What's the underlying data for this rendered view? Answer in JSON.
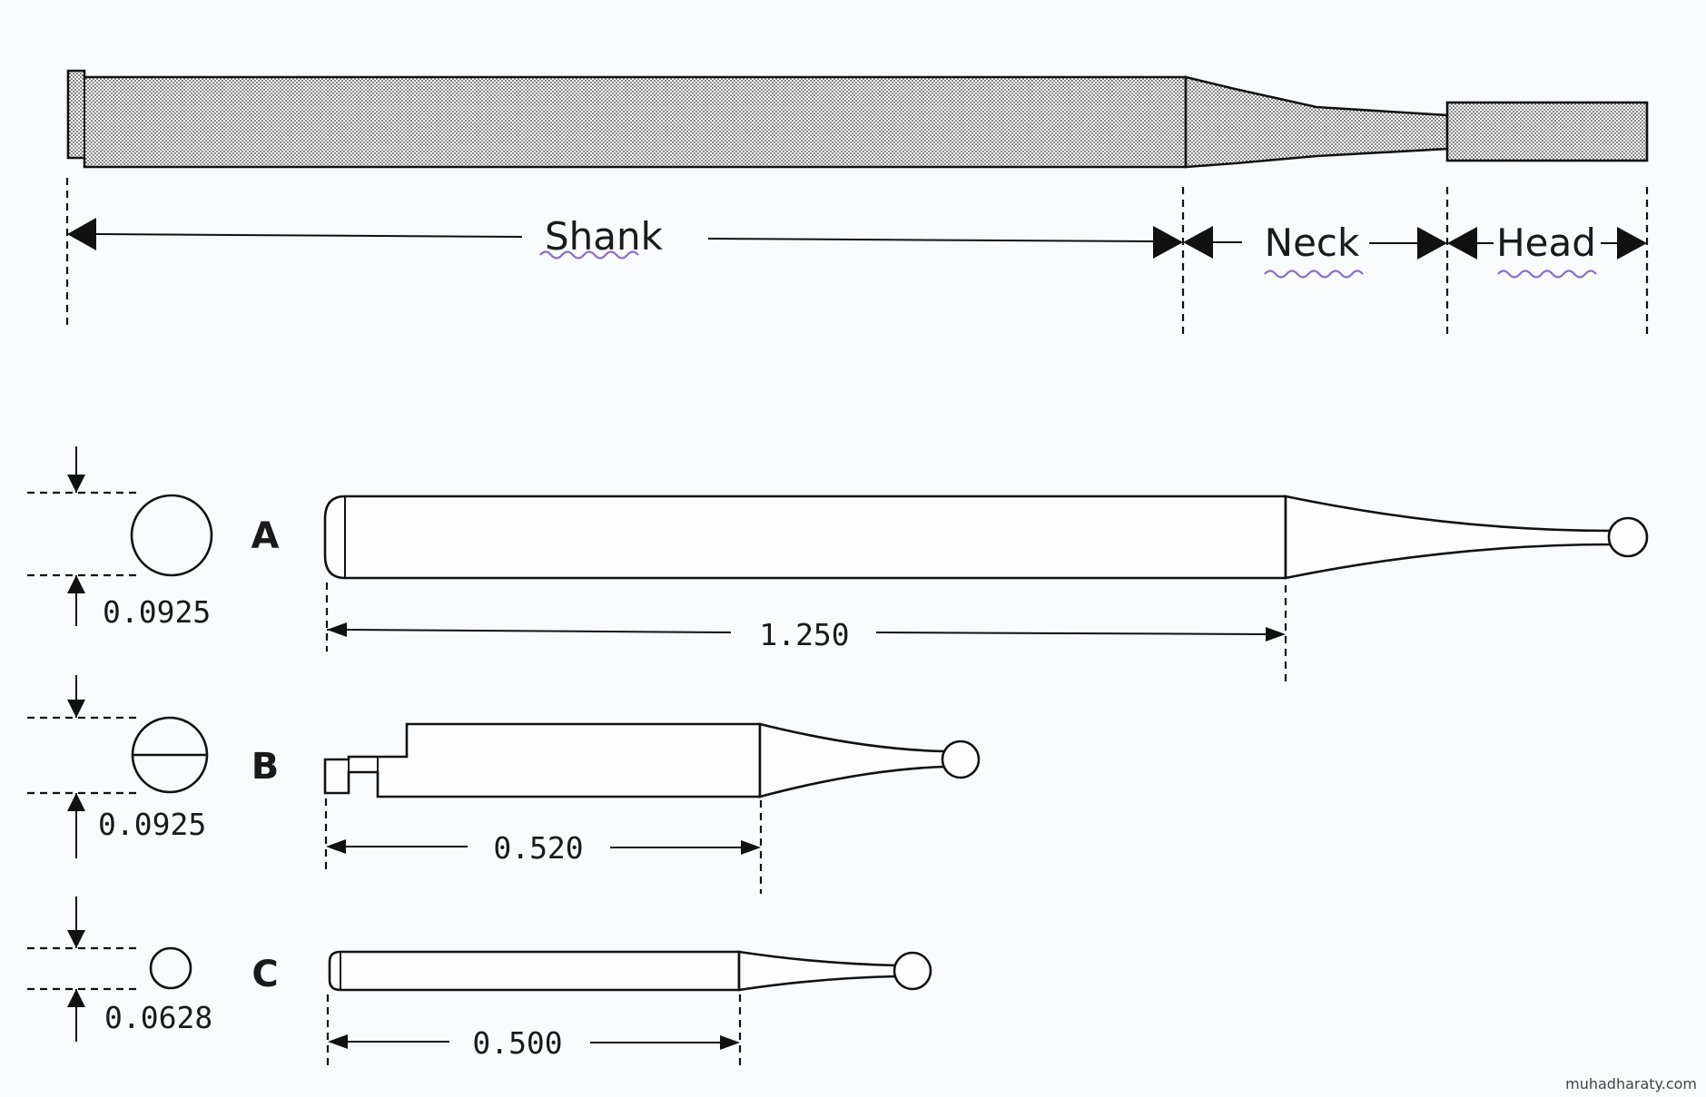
{
  "labels": {
    "shank": "Shank",
    "neck": "Neck",
    "head": "Head"
  },
  "burs": [
    {
      "letter": "A",
      "diameter": "0.0925",
      "length": "1.250"
    },
    {
      "letter": "B",
      "diameter": "0.0925",
      "length": "0.520"
    },
    {
      "letter": "C",
      "diameter": "0.0628",
      "length": "0.500"
    }
  ],
  "watermark": "muhadharaty.com",
  "colors": {
    "background": "#f8fafb",
    "outline": "#111111",
    "hatch": "#3a3a3a",
    "annotation_squiggle": "#8a6fc7"
  }
}
